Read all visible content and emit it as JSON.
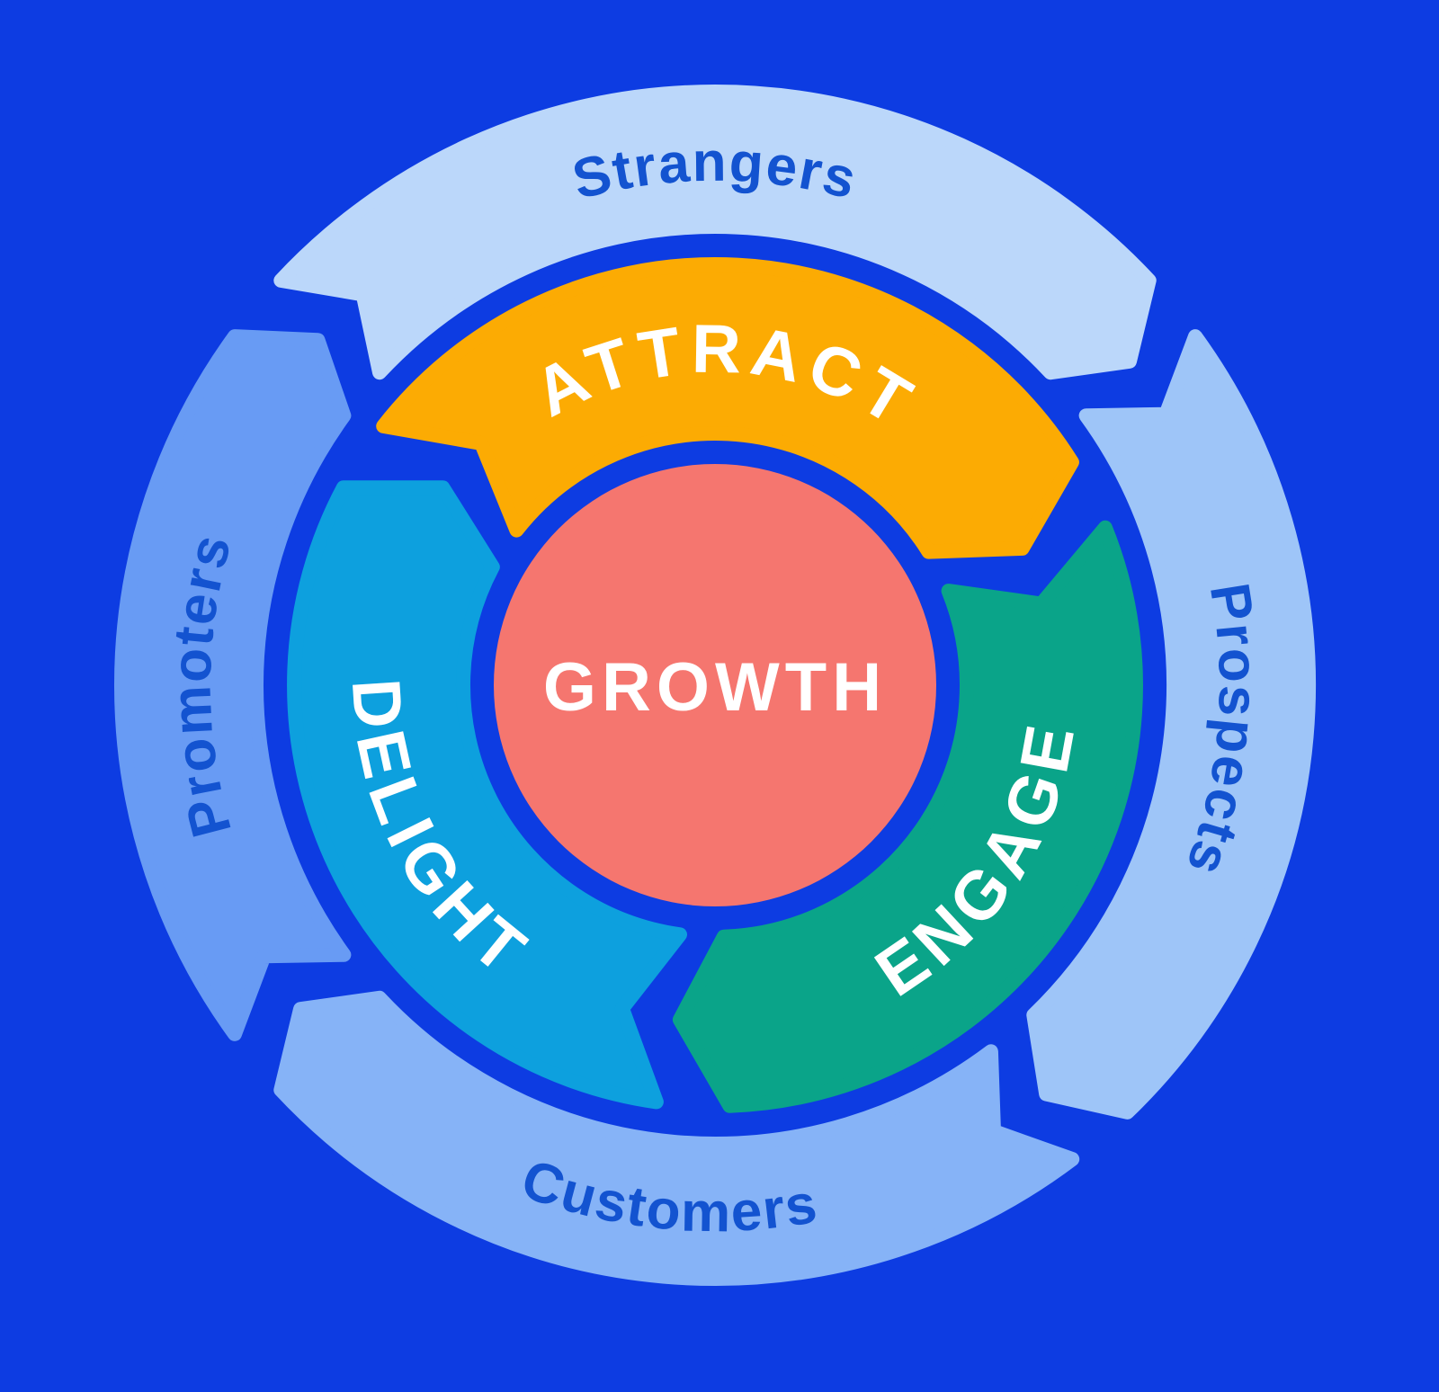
{
  "colors": {
    "background": "#0d3ce2",
    "label_blue": "#1353d0",
    "white": "#ffffff"
  },
  "center": {
    "label": "GROWTH",
    "color": "#f5766f",
    "text_color": "#ffffff"
  },
  "wheel_segments": [
    {
      "label": "ATTRACT",
      "color": "#fcab03"
    },
    {
      "label": "ENGAGE",
      "color": "#0aa489"
    },
    {
      "label": "DELIGHT",
      "color": "#0da0de"
    }
  ],
  "ring_segments": [
    {
      "label": "Strangers",
      "color": "#bbd7fa"
    },
    {
      "label": "Prospects",
      "color": "#9ec5f8"
    },
    {
      "label": "Customers",
      "color": "#86b3f7"
    },
    {
      "label": "Promoters",
      "color": "#689bf4"
    }
  ]
}
